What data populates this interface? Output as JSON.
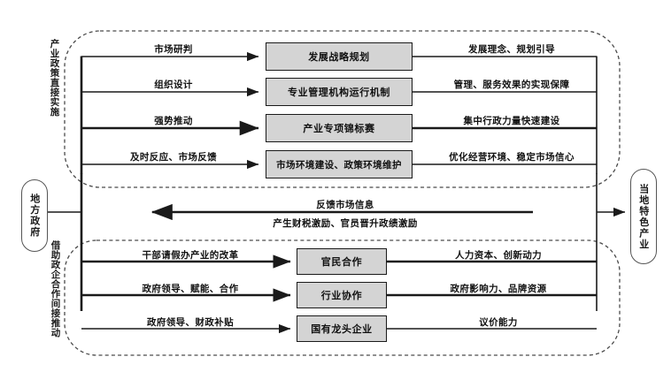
{
  "diagram": {
    "title_present": false,
    "colors": {
      "box_fill": "#d4d4d4",
      "box_stroke": "#1a1a1a",
      "line": "#1a1a1a",
      "dashed_container": "#555555",
      "background": "#ffffff"
    },
    "terminals": {
      "left": {
        "label": "地方政府",
        "name": "local-government"
      },
      "right": {
        "label": "当地特色产业",
        "name": "local-characteristic-industry"
      }
    },
    "sections": [
      {
        "id": "direct",
        "side_label": "产业政策直接实施",
        "rows": [
          {
            "input": "市场研判",
            "box": "发展战略规划",
            "output": "发展理念、规划引导"
          },
          {
            "input": "组织设计",
            "box": "专业管理机构运行机制",
            "output": "管理、服务效果的实现保障"
          },
          {
            "input": "强势推动",
            "box": "产业专项锦标赛",
            "output": "集中行政力量快速建设"
          },
          {
            "input": "及时反应、市场反馈",
            "box": "市场环境建设、政策环境维护",
            "output": "优化经营环境、稳定市场信心"
          }
        ]
      },
      {
        "id": "indirect",
        "side_label": "借助政企合作间接推动",
        "rows": [
          {
            "input": "干部请假办产业的改革",
            "box": "官民合作",
            "output": "人力资本、创新动力"
          },
          {
            "input": "政府领导、赋能、合作",
            "box": "行业协作",
            "output": "政府影响力、品牌资源"
          },
          {
            "input": "政府领导、财政补贴",
            "box": "国有龙头企业",
            "output": "议价能力"
          }
        ]
      }
    ],
    "feedback": {
      "above_label": "反馈市场信息",
      "below_label": "产生财税激励、官员晋升政绩激励",
      "direction": "right-to-left"
    }
  }
}
